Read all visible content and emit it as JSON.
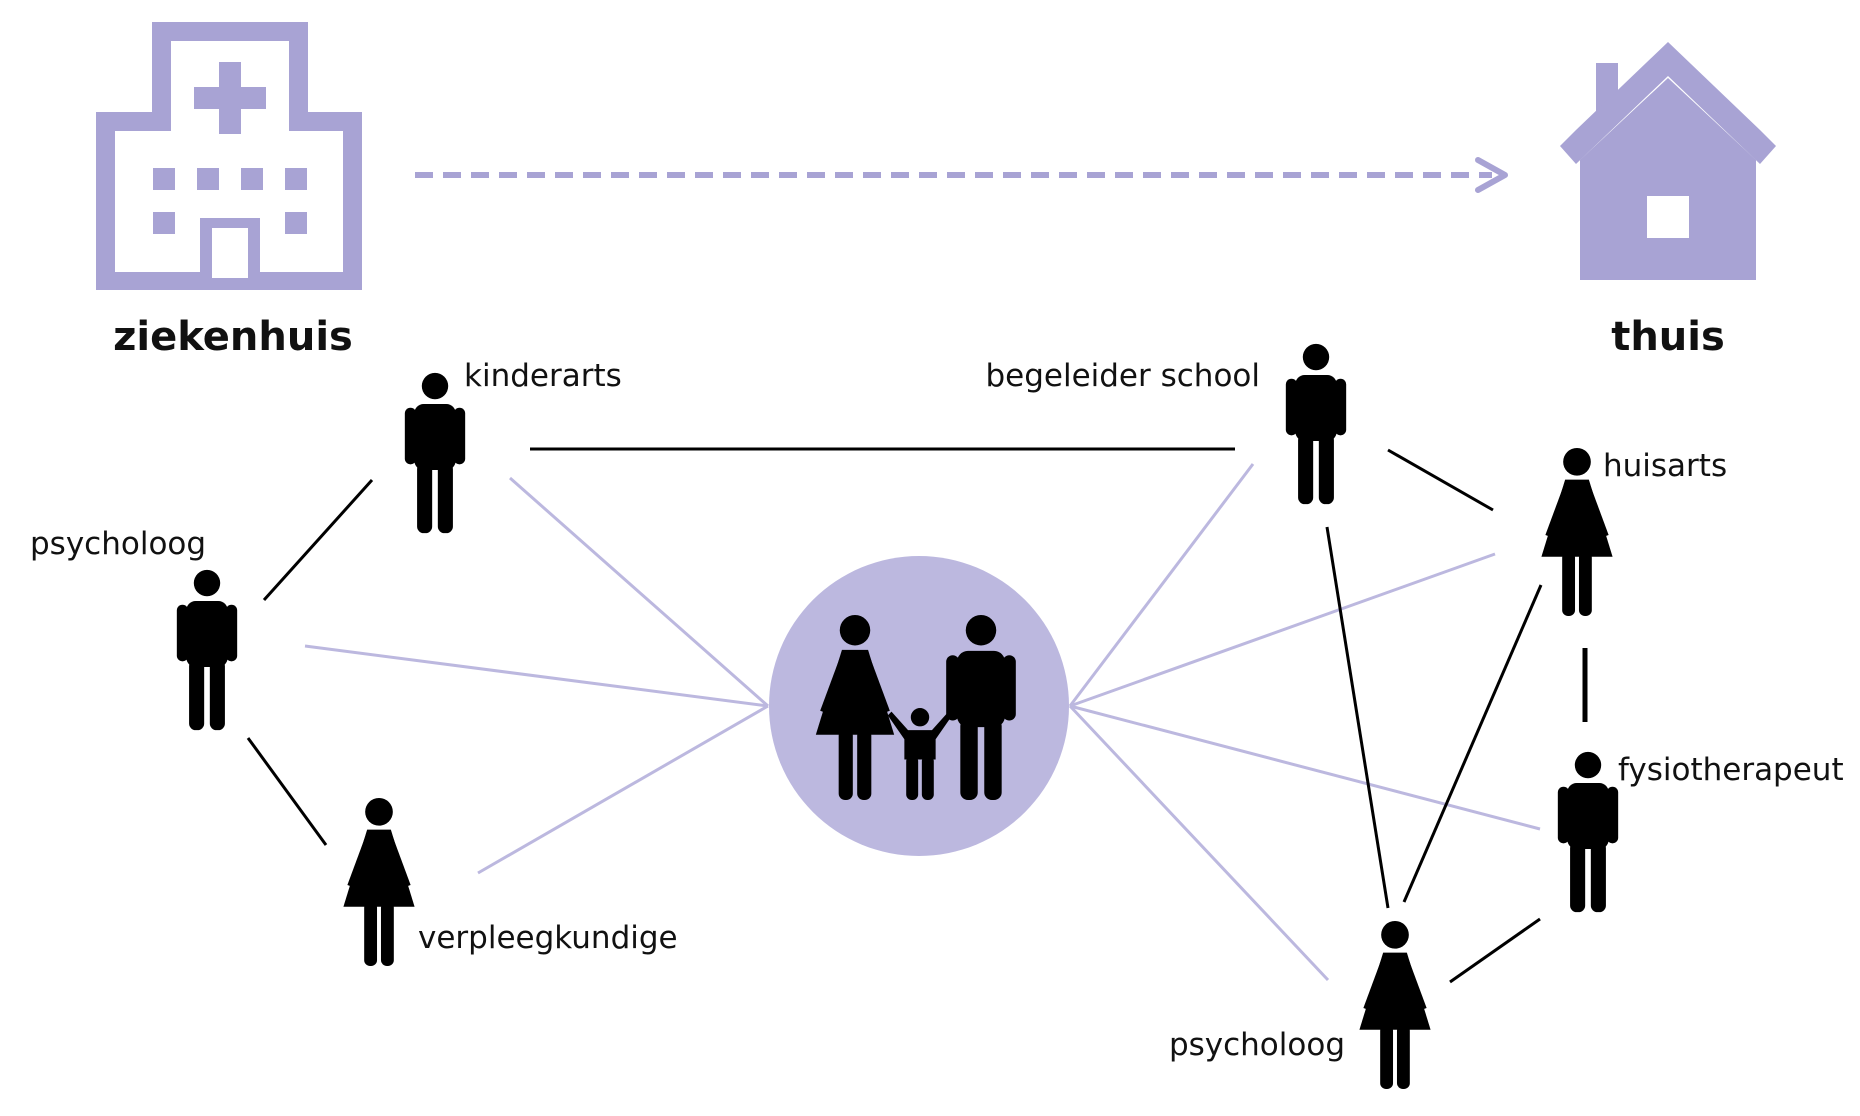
{
  "colors": {
    "accent": "#a8a3d4",
    "accent_light": "#bcb8df",
    "line_black": "#000000",
    "figure": "#000000"
  },
  "places": {
    "hospital": {
      "label": "ziekenhuis",
      "icon": "hospital-icon"
    },
    "home": {
      "label": "thuis",
      "icon": "house-icon"
    }
  },
  "center": {
    "icon": "family-icon"
  },
  "people": [
    {
      "id": "kinderarts",
      "label": "kinderarts",
      "icon": "man-icon"
    },
    {
      "id": "psycholoog_l",
      "label": "psycholoog",
      "icon": "man-icon"
    },
    {
      "id": "verpleegkundige",
      "label": "verpleegkundige",
      "icon": "woman-icon"
    },
    {
      "id": "begeleider",
      "label": "begeleider school",
      "icon": "man-icon"
    },
    {
      "id": "huisarts",
      "label": "huisarts",
      "icon": "woman-icon"
    },
    {
      "id": "fysio",
      "label": "fysiotherapeut",
      "icon": "man-icon"
    },
    {
      "id": "psycholoog_r",
      "label": "psycholoog",
      "icon": "woman-icon"
    }
  ]
}
